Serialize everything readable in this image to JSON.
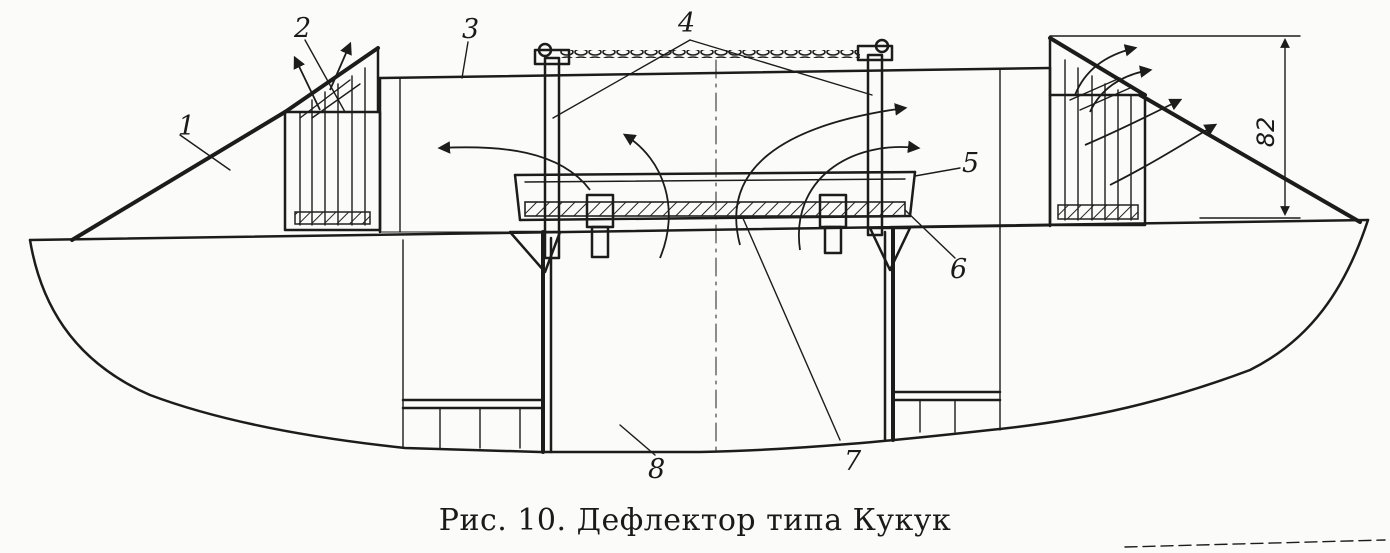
{
  "figure": {
    "caption": "Рис. 10. Дефлектор типа Кукук",
    "dimension": {
      "value": "82"
    },
    "callouts": [
      {
        "id": "1",
        "text": "1"
      },
      {
        "id": "2",
        "text": "2"
      },
      {
        "id": "3",
        "text": "3"
      },
      {
        "id": "4",
        "text": "4"
      },
      {
        "id": "5",
        "text": "5"
      },
      {
        "id": "6",
        "text": "6"
      },
      {
        "id": "7",
        "text": "7"
      },
      {
        "id": "8",
        "text": "8"
      }
    ]
  }
}
